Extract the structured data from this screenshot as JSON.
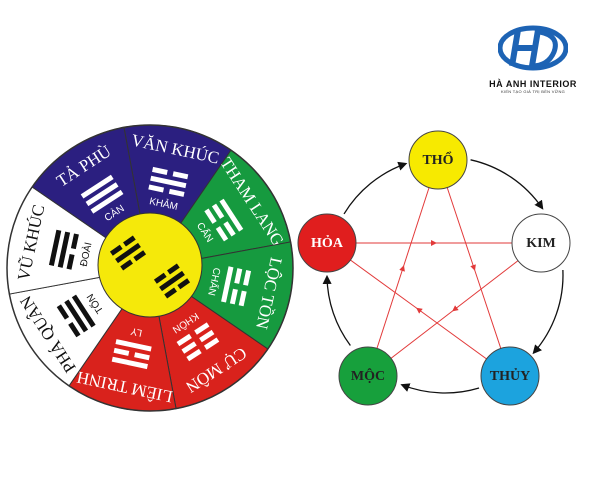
{
  "brand": {
    "name": "HÀ ANH INTERIOR",
    "tagline": "KIẾN TẠO GIÁ TRỊ BỀN VỮNG",
    "logo_letters": "HD",
    "color": "#1d63b4"
  },
  "wheel": {
    "center_color": "#f5e90a",
    "sectors": [
      {
        "star": "VĂN KHÚC",
        "trigram": "KHẢM",
        "color": "#2b1f80",
        "text_color": "#ffffff",
        "lines": [
          "broken",
          "solid",
          "broken"
        ]
      },
      {
        "star": "THAM LANG",
        "trigram": "CẤN",
        "color": "#169a3f",
        "text_color": "#ffffff",
        "lines": [
          "solid",
          "broken",
          "broken"
        ]
      },
      {
        "star": "LỘC TỒN",
        "trigram": "CHẤN",
        "color": "#169a3f",
        "text_color": "#ffffff",
        "lines": [
          "broken",
          "broken",
          "solid"
        ]
      },
      {
        "star": "CỰ MÔN",
        "trigram": "KHÔN",
        "color": "#d9221c",
        "text_color": "#ffffff",
        "lines": [
          "broken",
          "broken",
          "broken"
        ]
      },
      {
        "star": "LIÊM TRINH",
        "trigram": "LY",
        "color": "#d9221c",
        "text_color": "#ffffff",
        "lines": [
          "solid",
          "broken",
          "solid"
        ]
      },
      {
        "star": "PHÁ QUÂN",
        "trigram": "TỐN",
        "color": "#ffffff",
        "text_color": "#111111",
        "lines": [
          "broken",
          "solid",
          "solid"
        ]
      },
      {
        "star": "VŨ KHÚC",
        "trigram": "ĐOÀI",
        "color": "#ffffff",
        "text_color": "#111111",
        "lines": [
          "solid",
          "solid",
          "broken"
        ]
      },
      {
        "star": "TẢ PHÙ",
        "trigram": "CÀN",
        "color": "#2b1f80",
        "text_color": "#ffffff",
        "lines": [
          "solid",
          "solid",
          "solid"
        ]
      }
    ]
  },
  "elements": [
    {
      "name": "THỔ",
      "color": "#f7ea00",
      "text_color": "#222222"
    },
    {
      "name": "KIM",
      "color": "#ffffff",
      "text_color": "#222222"
    },
    {
      "name": "THỦY",
      "color": "#1ca3de",
      "text_color": "#222222"
    },
    {
      "name": "MỘC",
      "color": "#17a03c",
      "text_color": "#222222"
    },
    {
      "name": "HỎA",
      "color": "#e01e1e",
      "text_color": "#ffffff"
    }
  ],
  "colors": {
    "generating_arrow": "#111111",
    "controlling_arrow": "#e23a3a"
  }
}
